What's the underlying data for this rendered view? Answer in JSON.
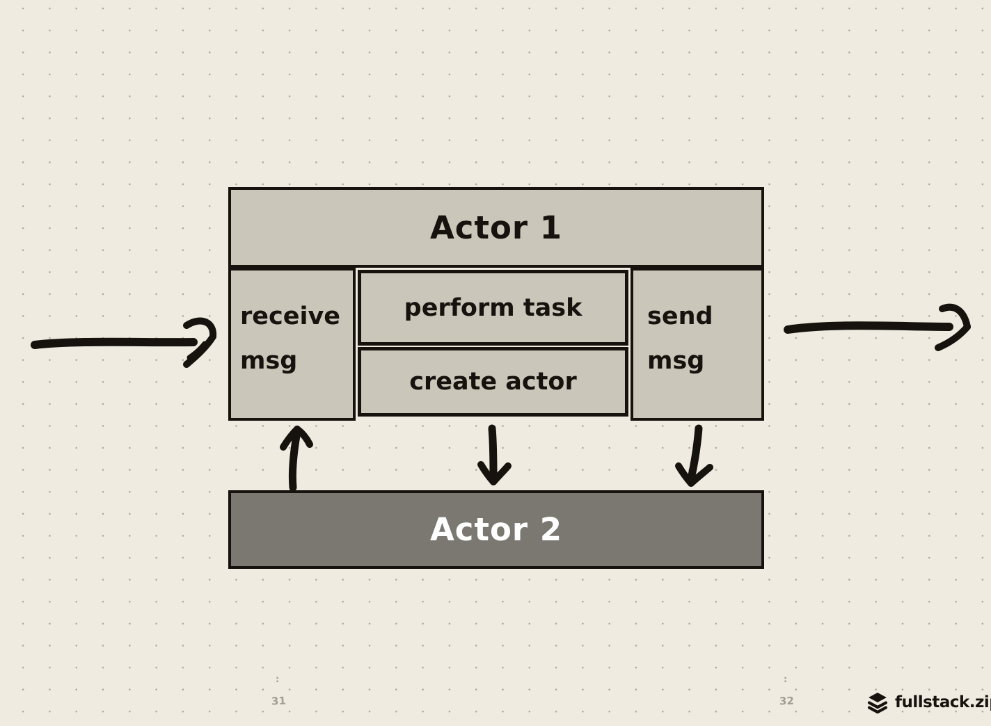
{
  "colors": {
    "background": "#EFEBE1",
    "dot_grid": "#ACA79C",
    "box_light_fill": "#CBC6BA",
    "box_dark_fill": "#7B7872",
    "ink_black": "#16130E",
    "actor2_text": "#FFFFFF",
    "footer_text": "#A29D92"
  },
  "diagram": {
    "actor1": {
      "title": "Actor 1",
      "receive_cell": {
        "line1": "receive",
        "line2": "msg"
      },
      "perform_cell": {
        "label": "perform task"
      },
      "create_cell": {
        "label": "create actor"
      },
      "send_cell": {
        "line1": "send",
        "line2": "msg"
      }
    },
    "actor2": {
      "title": "Actor 2"
    },
    "arrows": {
      "incoming_message": "hand-drawn arrow pointing right into receive msg",
      "outgoing_message": "hand-drawn arrow pointing right out of send msg",
      "up_from_actor2": "arrow up from Actor 2 to receive msg",
      "down_create_actor": "arrow down from create actor to Actor 2",
      "down_send_msg": "arrow down from send msg to Actor 2"
    }
  },
  "footer": {
    "left_tick": ":",
    "right_tick": ":",
    "page_left": "31",
    "page_right": "32",
    "logo": {
      "text": "fullstack.zip"
    }
  }
}
